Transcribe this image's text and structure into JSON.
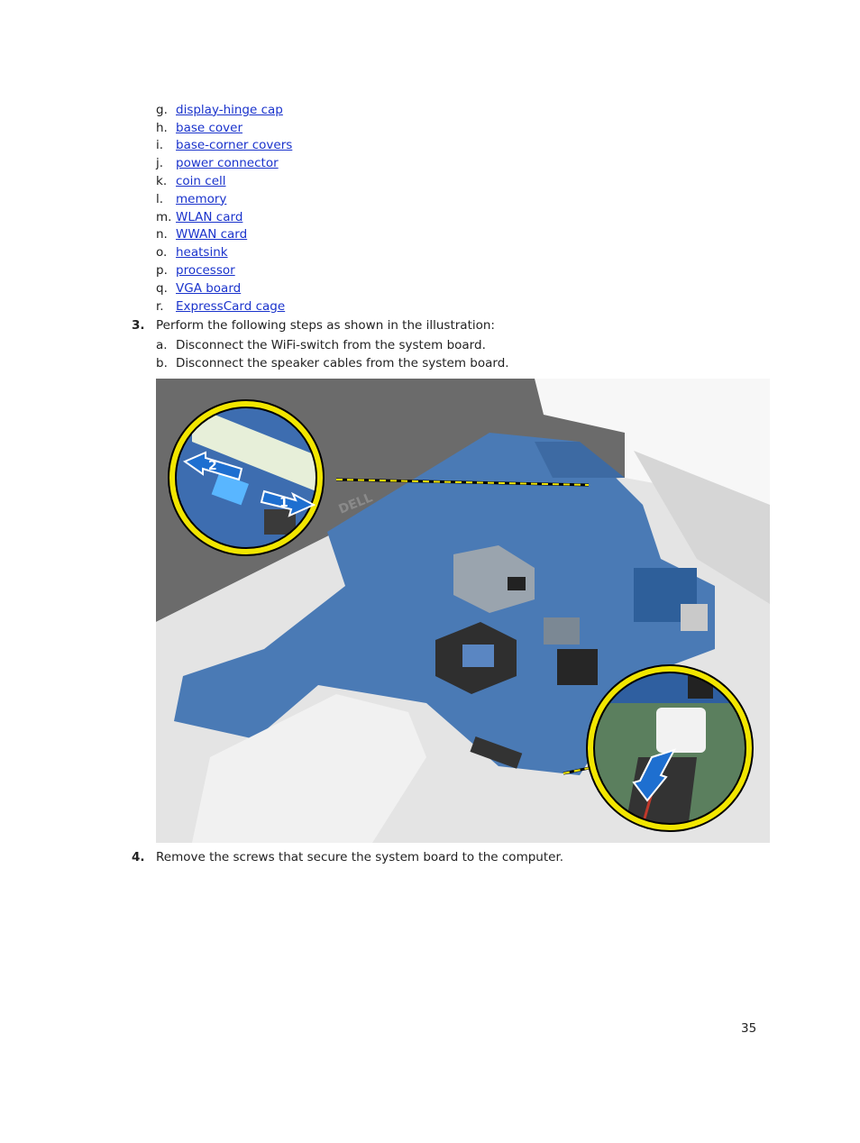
{
  "sublist": [
    {
      "letter": "g.",
      "text": "display-hinge cap"
    },
    {
      "letter": "h.",
      "text": "base cover"
    },
    {
      "letter": "i.",
      "text": "base-corner covers"
    },
    {
      "letter": "j.",
      "text": "power connector"
    },
    {
      "letter": "k.",
      "text": "coin cell"
    },
    {
      "letter": "l.",
      "text": "memory"
    },
    {
      "letter": "m.",
      "text": "WLAN card"
    },
    {
      "letter": "n.",
      "text": "WWAN card"
    },
    {
      "letter": "o.",
      "text": "heatsink"
    },
    {
      "letter": "p.",
      "text": "processor"
    },
    {
      "letter": "q.",
      "text": "VGA board"
    },
    {
      "letter": "r.",
      "text": "ExpressCard cage"
    }
  ],
  "step3": {
    "number": "3.",
    "text": "Perform the following steps as shown in the illustration:",
    "substeps": [
      {
        "letter": "a.",
        "text": "Disconnect the WiFi-switch from the system board."
      },
      {
        "letter": "b.",
        "text": "Disconnect the speaker cables from the system board."
      }
    ]
  },
  "illustration": {
    "callout_left_numbers": [
      "2",
      "1"
    ],
    "brand": "DELL",
    "colors": {
      "callout_ring": "#f2e600",
      "arrow_blue": "#1e6fd0",
      "board_blue": "#4a7ab5"
    }
  },
  "step4": {
    "number": "4.",
    "text": "Remove the screws that secure the system board to the computer."
  },
  "page_number": "35"
}
